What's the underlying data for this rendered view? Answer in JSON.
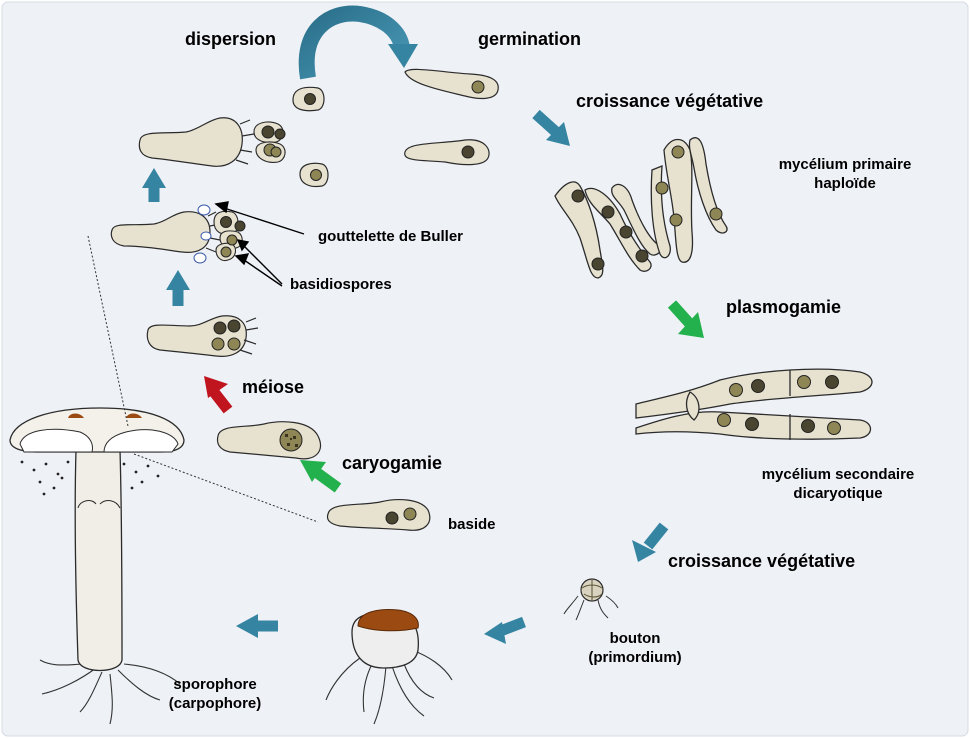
{
  "labels": {
    "dispersion": "dispersion",
    "germination": "germination",
    "croissance_1": "croissance végétative",
    "mycelium_primaire": [
      "mycélium primaire",
      "haploïde"
    ],
    "plasmogamie": "plasmogamie",
    "mycelium_secondaire": [
      "mycélium secondaire",
      "dicaryotique"
    ],
    "croissance_2": "croissance végétative",
    "bouton": [
      "bouton",
      "(primordium)"
    ],
    "sporophore": [
      "sporophore",
      "(carpophore)"
    ],
    "baside": "baside",
    "caryogamie": "caryogamie",
    "meiose": "méiose",
    "basidiospores": "basidiospores",
    "gouttelette": "gouttelette de Buller"
  },
  "colors": {
    "background": "#eef1f6",
    "cell_fill": "#e7e2d0",
    "cell_stroke": "#2b2b2b",
    "nucleus_light": "#8f8656",
    "nucleus_dark": "#4a4530",
    "arrow_teal": "#3585a2",
    "arrow_green": "#23b14d",
    "arrow_red": "#c0141e",
    "cap_brown": "#9b4a12"
  }
}
